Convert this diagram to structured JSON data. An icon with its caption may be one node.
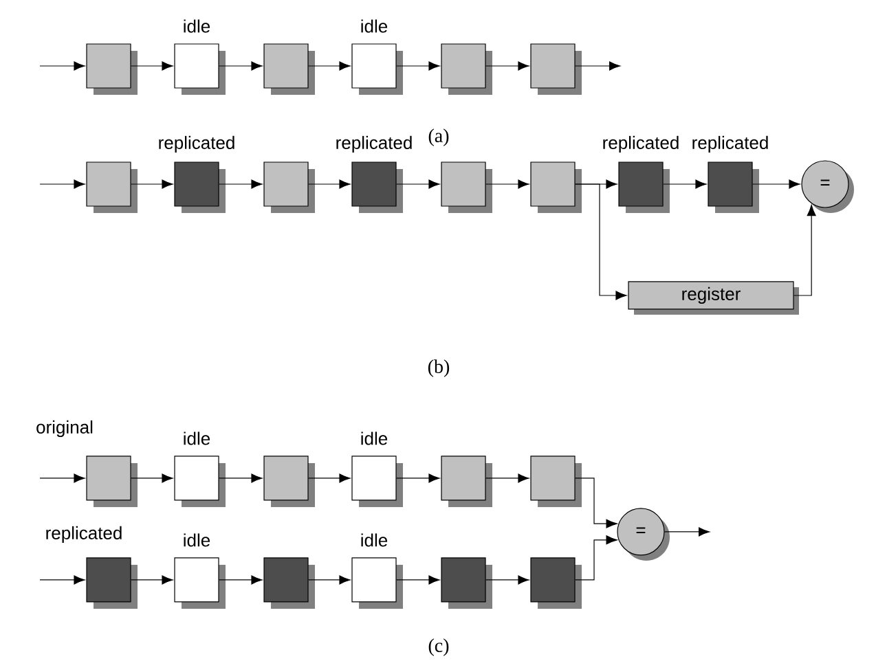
{
  "diagram": {
    "nodes": [
      {
        "text": [],
        "shape": "box"
      },
      {
        "text": [],
        "shape": "box",
        "beside": [
          "idle"
        ]
      },
      {
        "text": [],
        "shape": "box"
      },
      {
        "text": [],
        "shape": "box",
        "beside": [
          "idle"
        ]
      },
      {
        "text": [],
        "shape": "box"
      },
      {
        "text": [],
        "shape": "box"
      },
      {
        "text": [],
        "shape": "box"
      },
      {
        "text": [],
        "shape": "box",
        "beside": [
          "replicated"
        ]
      },
      {
        "text": [],
        "shape": "box"
      },
      {
        "text": [],
        "shape": "box",
        "beside": [
          "replicated"
        ]
      },
      {
        "text": [],
        "shape": "box"
      },
      {
        "text": [],
        "shape": "box"
      },
      {
        "text": [],
        "shape": "box",
        "beside": [
          "replicated"
        ]
      },
      {
        "text": [],
        "shape": "box",
        "beside": [
          "replicated"
        ]
      },
      {
        "text": [
          "="
        ]
      },
      {
        "text": [
          "register"
        ]
      },
      {
        "text": [],
        "shape": "box"
      },
      {
        "text": [],
        "shape": "box",
        "beside": [
          "idle"
        ]
      },
      {
        "text": [],
        "shape": "box"
      },
      {
        "text": [],
        "shape": "box",
        "beside": [
          "idle"
        ]
      },
      {
        "text": [],
        "shape": "box"
      },
      {
        "text": [],
        "shape": "box"
      },
      {
        "text": [],
        "shape": "box"
      },
      {
        "text": [],
        "shape": "box",
        "beside": [
          "idle"
        ]
      },
      {
        "text": [],
        "shape": "box"
      },
      {
        "text": [],
        "shape": "box",
        "beside": [
          "idle"
        ]
      },
      {
        "text": [],
        "shape": "box"
      },
      {
        "text": [],
        "shape": "box"
      },
      {
        "text": [
          "="
        ]
      }
    ],
    "edges": [
      {
        "from": null,
        "to": 0,
        "arrow": "to"
      },
      {
        "from": 0,
        "to": 1,
        "arrow": "to"
      },
      {
        "from": 1,
        "to": 2,
        "arrow": "to"
      },
      {
        "from": 2,
        "to": 3,
        "arrow": "to"
      },
      {
        "from": 3,
        "to": 4,
        "arrow": "to"
      },
      {
        "from": 4,
        "to": 5,
        "arrow": "to"
      },
      {
        "from": 5,
        "to": null,
        "arrow": "to"
      },
      {
        "from": null,
        "to": 6,
        "arrow": "to"
      },
      {
        "from": 6,
        "to": 7,
        "arrow": "to"
      },
      {
        "from": 7,
        "to": 8,
        "arrow": "to"
      },
      {
        "from": 8,
        "to": 9,
        "arrow": "to"
      },
      {
        "from": 9,
        "to": 10,
        "arrow": "to"
      },
      {
        "from": 10,
        "to": 11,
        "arrow": "to"
      },
      {
        "from": 11,
        "to": 12,
        "arrow": "to"
      },
      {
        "from": 12,
        "to": 13,
        "arrow": "to"
      },
      {
        "from": 13,
        "to": 14,
        "arrow": "to"
      },
      {
        "from": 11,
        "to": 15,
        "arrow": "to"
      },
      {
        "from": 15,
        "to": 14,
        "arrow": "to"
      },
      {
        "from": null,
        "to": 16,
        "arrow": "to"
      },
      {
        "from": 16,
        "to": 17,
        "arrow": "to"
      },
      {
        "from": 17,
        "to": 18,
        "arrow": "to"
      },
      {
        "from": 18,
        "to": 19,
        "arrow": "to"
      },
      {
        "from": 19,
        "to": 20,
        "arrow": "to"
      },
      {
        "from": 20,
        "to": 21,
        "arrow": "to"
      },
      {
        "from": 21,
        "to": 28,
        "arrow": "to"
      },
      {
        "from": null,
        "to": 22,
        "arrow": "to"
      },
      {
        "from": 22,
        "to": 23,
        "arrow": "to"
      },
      {
        "from": 23,
        "to": 24,
        "arrow": "to"
      },
      {
        "from": 24,
        "to": 25,
        "arrow": "to"
      },
      {
        "from": 25,
        "to": 26,
        "arrow": "to"
      },
      {
        "from": 26,
        "to": 27,
        "arrow": "to"
      },
      {
        "from": 27,
        "to": 28,
        "arrow": "to"
      },
      {
        "from": 28,
        "to": null,
        "arrow": "to"
      }
    ],
    "labels": [
      "(a)",
      "(b)",
      "original",
      "replicated",
      "(c)"
    ]
  }
}
